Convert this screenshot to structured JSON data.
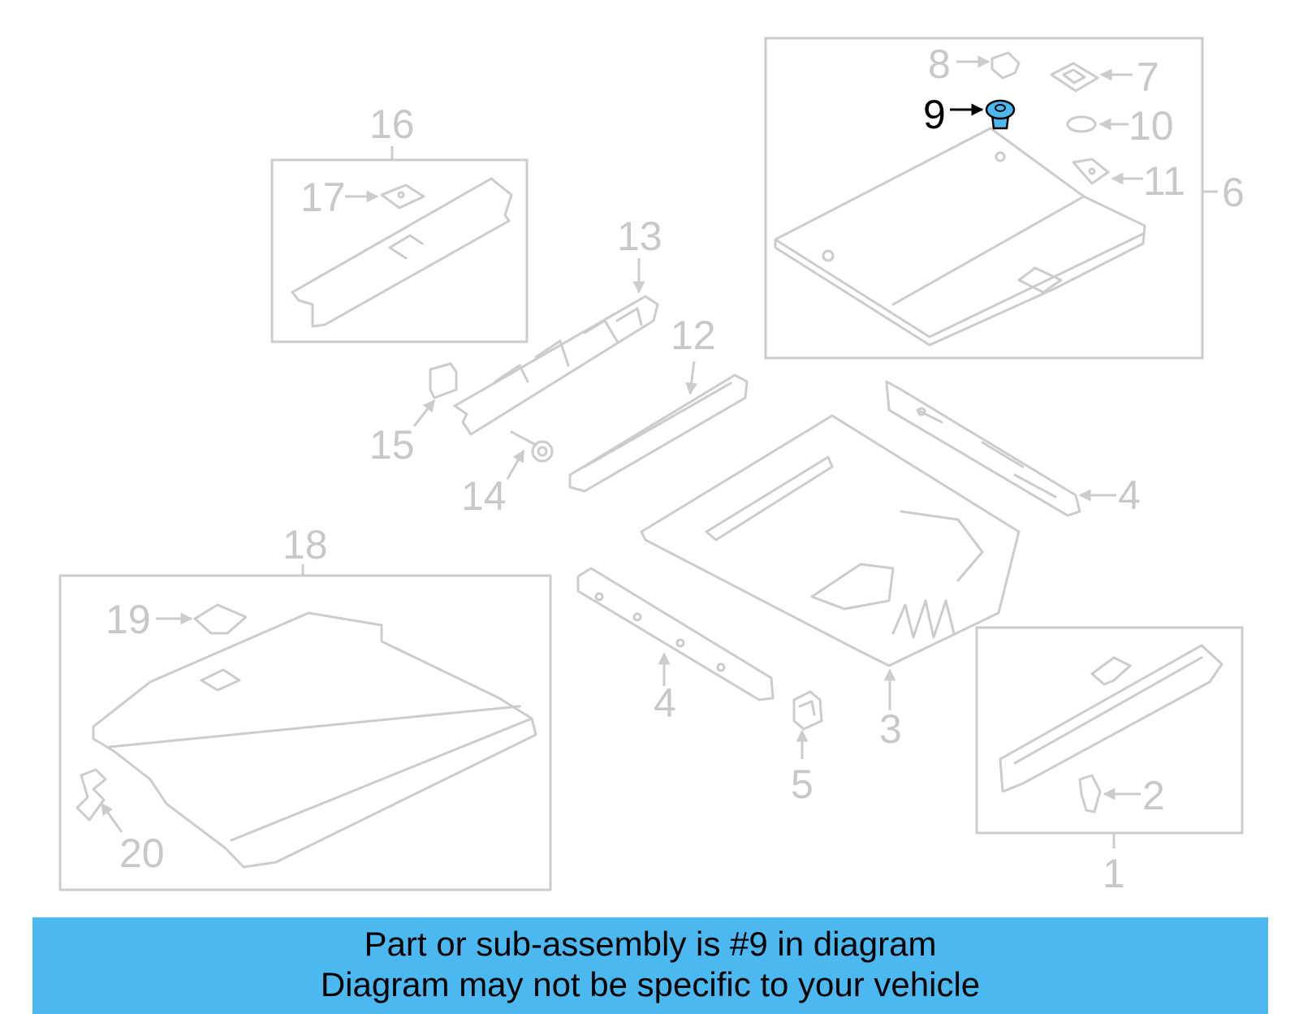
{
  "diagram": {
    "highlight_color": "#4bb8f0",
    "callouts": {
      "c1": "1",
      "c2": "2",
      "c3": "3",
      "c4a": "4",
      "c4b": "4",
      "c5": "5",
      "c6": "6",
      "c7": "7",
      "c8": "8",
      "c9": "9",
      "c10": "10",
      "c11": "11",
      "c12": "12",
      "c13": "13",
      "c14": "14",
      "c15": "15",
      "c16": "16",
      "c17": "17",
      "c18": "18",
      "c19": "19",
      "c20": "20"
    },
    "highlighted_callout": "9"
  },
  "banner": {
    "line1": "Part or sub-assembly is #9 in diagram",
    "line2": "Diagram may not be specific to your vehicle",
    "background": "#4bb8f0"
  }
}
